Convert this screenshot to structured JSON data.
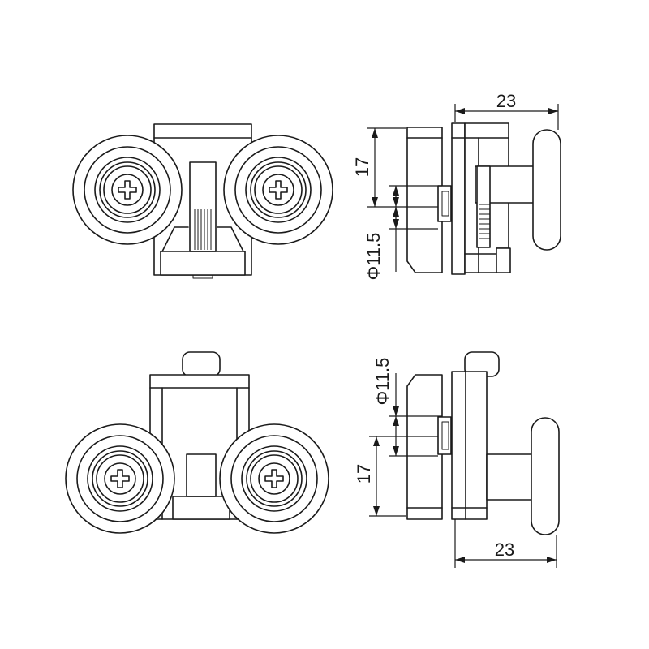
{
  "views": {
    "top_front": {
      "label": ""
    },
    "top_side": {
      "label": ""
    },
    "bottom_front": {
      "label": ""
    },
    "bottom_side": {
      "label": ""
    }
  },
  "dimensions": {
    "top_width": "23",
    "top_height": "17",
    "top_diameter": "Φ11.5",
    "bottom_width": "23",
    "bottom_height": "17",
    "bottom_diameter": "Φ11.5"
  },
  "colors": {
    "line": "#1a1a1a",
    "background": "#ffffff"
  },
  "icons": {
    "screw": "phillips-screw-icon",
    "wheel": "roller-wheel-icon"
  }
}
